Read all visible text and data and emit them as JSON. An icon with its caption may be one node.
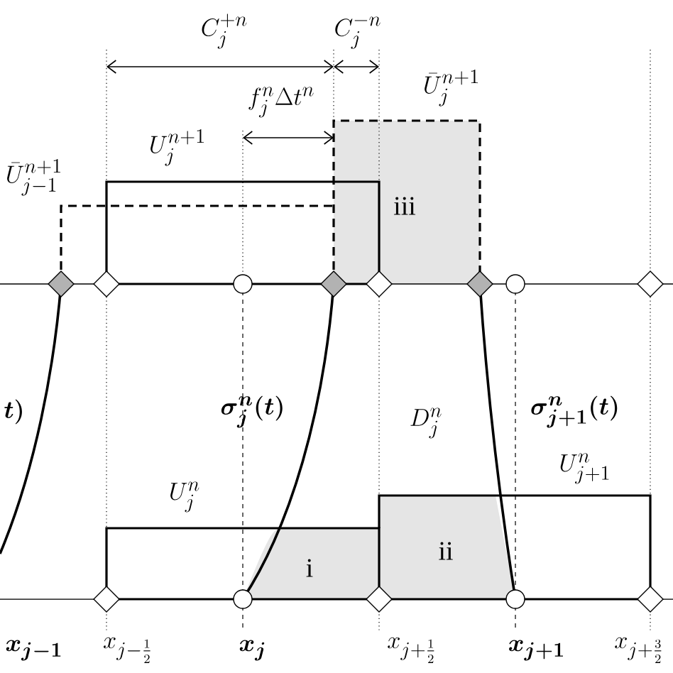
{
  "diagram": {
    "labels": [
      "C^{+n}_{j}",
      "C^{-n}_{j}",
      "f^{n}_{j}\\Delta t^{n}",
      "\\bar{U}^{n+1}_{j}",
      "U^{n+1}_{j}",
      "\\bar{U}^{n+1}_{j-1}",
      "iii",
      "\\boldsymbol{t)}",
      "\\boldsymbol{\\sigma^{n}_{j}(t)}",
      "D^{n}_{j}",
      "\\boldsymbol{\\sigma^{n}_{j+1}(t)}",
      "U^{n}_{j+1}",
      "U^{n}_{j}",
      "ii",
      "i",
      "\\boldsymbol{x_{j-1}}",
      "x_{j-\\frac{1}{2}}",
      "\\boldsymbol{x_{j}}",
      "x_{j+\\frac{1}{2}}",
      "\\boldsymbol{x_{j+1}}",
      "x_{j+\\frac{3}{2}}"
    ]
  }
}
